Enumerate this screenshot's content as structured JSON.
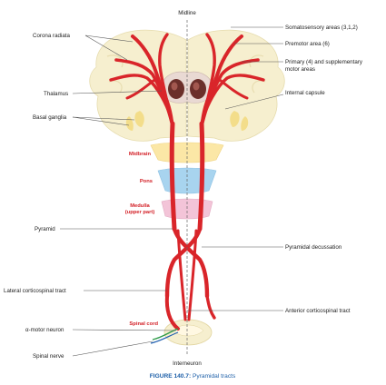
{
  "labels": {
    "midline": "Midline",
    "somatosensory": "Somatosensory areas (3,1,2)",
    "premotor": "Premotor area (6)",
    "primary_line1": "Primary (4) and supplementary",
    "primary_line2": "motor areas",
    "corona_radiata": "Corona radiata",
    "thalamus": "Thalamus",
    "internal_capsule": "Internal capsule",
    "basal_ganglia": "Basal ganglia",
    "midbrain": "Midbrain",
    "pons": "Pons",
    "medulla_line1": "Medulla",
    "medulla_line2": "(upper part)",
    "pyramid": "Pyramid",
    "pyramidal_decussation": "Pyramidal decussation",
    "lateral_tract": "Lateral corticospinal tract",
    "anterior_tract": "Anterior corticospinal tract",
    "spinal_cord": "Spinal cord",
    "alpha_motor": "α-motor neuron",
    "spinal_nerve": "Spinal nerve",
    "interneuron": "Interneuron"
  },
  "caption": {
    "figure": "FIGURE 140.7:",
    "title": " Pyramidal tracts"
  },
  "colors": {
    "tract": "#d9252a",
    "brain": "#f6efcf",
    "midbrain": "#fbe7a6",
    "pons": "#a8d4ef",
    "medulla": "#f3c4d8",
    "caption": "#1d5fa8"
  }
}
